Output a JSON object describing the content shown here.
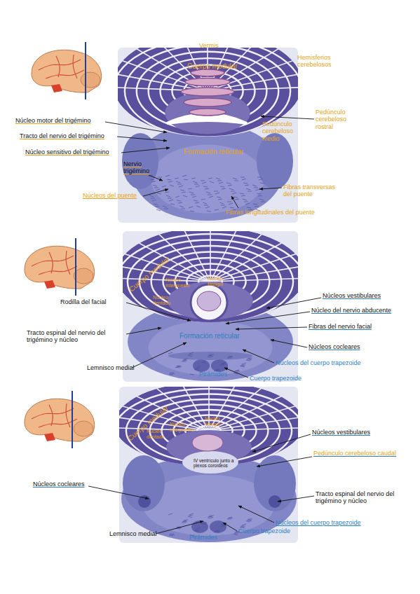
{
  "diagram": {
    "labels": [
      "Vermis",
      "Cuerpo medular",
      "Hemisferios cerebelosos",
      "Pedúnculo cerebeloso rostral",
      "Núcleo motor del trigémino",
      "Tracto del nervio del trigémino",
      "Pedúnculo cerebeloso medio",
      "Núcleo sensitivo del trigémino",
      "Formación reticular",
      "Nervio trigémino",
      "Núcleos del puente",
      "Fibras transversas del puente",
      "Fibras longitudinales del puente",
      "Cuerpo medular",
      "Núcleo fastigio",
      "Núcleo interpuesto",
      "Núcleo dentado",
      "Núcleos vestibulares",
      "Núcleo del nervio abducente",
      "Rodilla del facial",
      "Fibras del nervio facial",
      "Tracto espinal del nervio del trigémino y núcleo",
      "Formación reticular",
      "Núcleos cocleares",
      "Núcleos del cuerpo trapezoide",
      "Lemnisco medial",
      "Pirámides",
      "Cuerpo trapezoide",
      "Cuerpo medular",
      "Núcleo fastigio",
      "Núcleo interpuesto",
      "Núcleo dentado",
      "Núcleos vestibulares",
      "IV ventrículo junto a plexos coroideos",
      "Pedúnculo cerebeloso caudal",
      "Núcleos cocleares",
      "Tracto espinal del nervio del trigémino y núcleo",
      "Núcleos del cuerpo trapezoide",
      "Lemnisco medial",
      "Cuerpo trapezoide",
      "Pirámides"
    ]
  }
}
